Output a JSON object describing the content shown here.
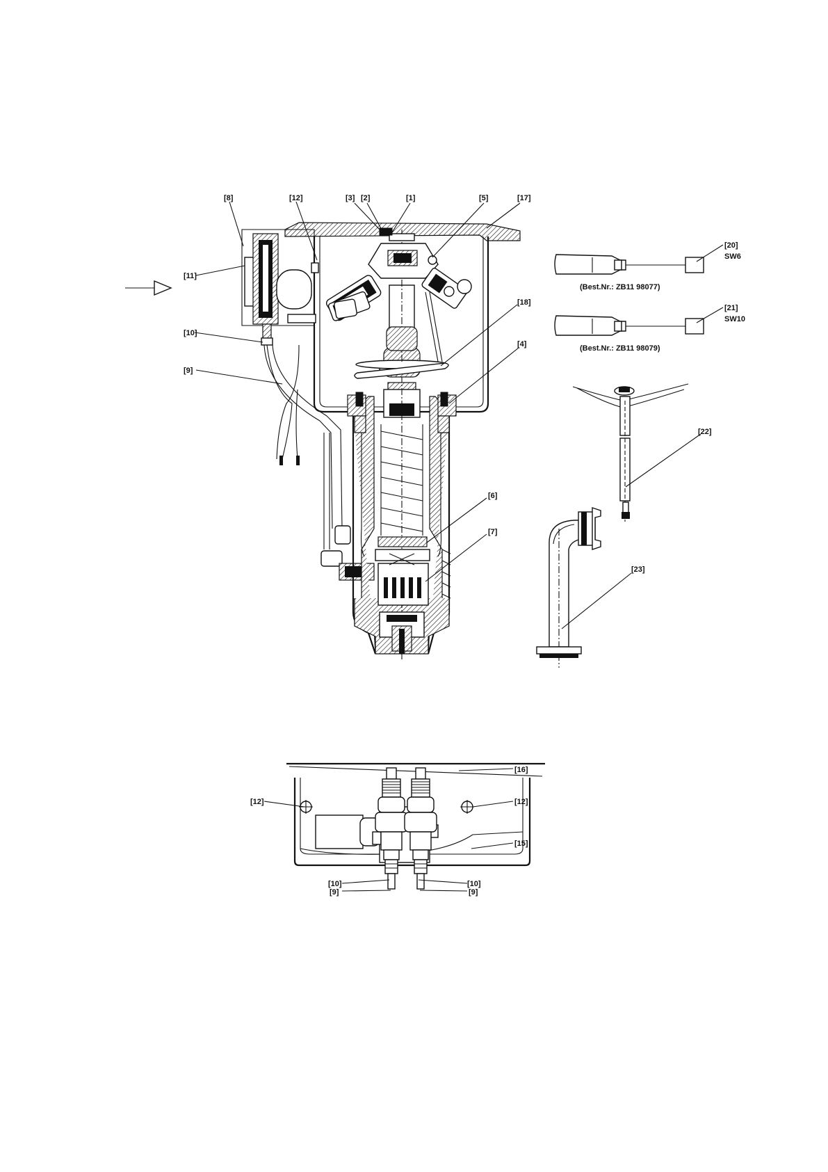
{
  "labels": {
    "p1": "[1]",
    "p2": "[2]",
    "p3": "[3]",
    "p4": "[4]",
    "p5": "[5]",
    "p6": "[6]",
    "p7": "[7]",
    "p8": "[8]",
    "p9": "[9]",
    "p10": "[10]",
    "p11": "[11]",
    "p12": "[12]",
    "p15": "[15]",
    "p16": "[16]",
    "p17": "[17]",
    "p18": "[18]",
    "p20": "[20]",
    "p21": "[21]",
    "p22": "[22]",
    "p23": "[23]"
  },
  "tools": {
    "tool20": {
      "size": "SW6",
      "order": "(Best.Nr.: ZB11 98077)"
    },
    "tool21": {
      "size": "SW10",
      "order": "(Best.Nr.: ZB11 98079)"
    }
  },
  "bottom_view": {
    "left12": "[12]",
    "right12": "[12]",
    "left10": "[10]",
    "left9": "[9]",
    "right10": "[10]",
    "right9": "[9]"
  }
}
